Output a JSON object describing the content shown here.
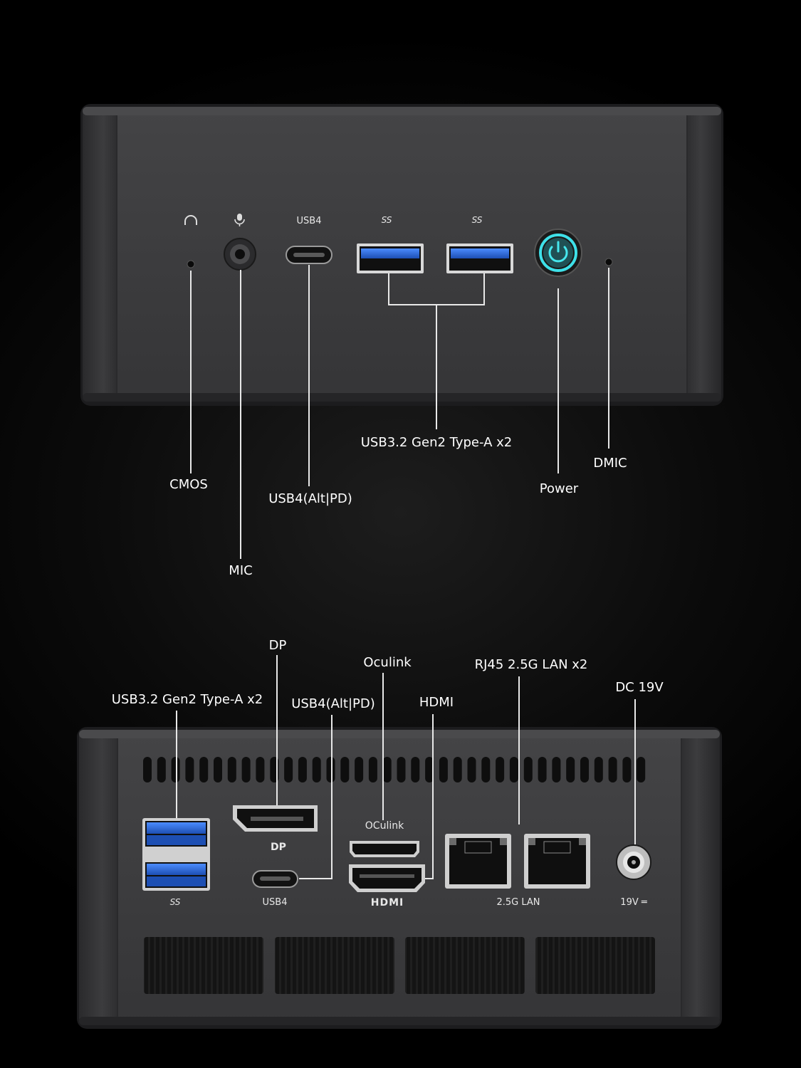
{
  "front": {
    "port_labels": {
      "usb4": "USB4",
      "ss_a": "SS",
      "ss_b": "SS"
    },
    "callouts": {
      "cmos": "CMOS",
      "mic": "MIC",
      "usb4": "USB4(Alt|PD)",
      "usb32": "USB3.2 Gen2 Type-A x2",
      "power": "Power",
      "dmic": "DMIC"
    },
    "icons": [
      "headphone-icon",
      "microphone-icon",
      "power-icon",
      "superspeed-usb-icon"
    ]
  },
  "rear": {
    "port_labels": {
      "ss": "SS",
      "usb4": "USB4",
      "dp": "DP",
      "oculink": "OCulink",
      "hdmi": "HDMI",
      "lan": "2.5G LAN",
      "dc": "19V ═"
    },
    "callouts": {
      "usb32": "USB3.2 Gen2 Type-A x2",
      "dp": "DP",
      "usb4": "USB4(Alt|PD)",
      "oculink": "Oculink",
      "hdmi": "HDMI",
      "rj45": "RJ45 2.5G LAN x2",
      "dc": "DC 19V"
    }
  },
  "colors": {
    "usb_blue": "#2f6fe0",
    "power_ring": "#3ee0e8",
    "chassis": "#3b3b3d"
  }
}
